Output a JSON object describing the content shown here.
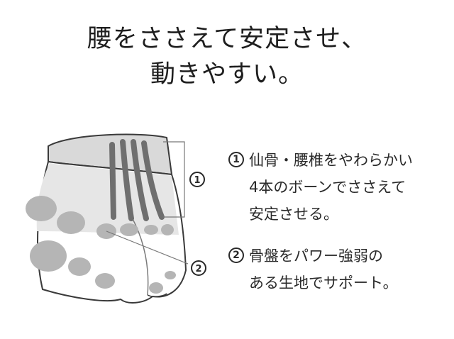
{
  "headline": {
    "line1": "腰をささえて安定させ、",
    "line2": "動きやすい。"
  },
  "illustration": {
    "callout_1": "1",
    "callout_2": "2"
  },
  "features": [
    {
      "number": "1",
      "lines": [
        "仙骨・腰椎をやわらかい",
        "4本のボーンでささえて",
        "安定させる。"
      ]
    },
    {
      "number": "2",
      "lines": [
        "骨盤をパワー強弱の",
        "ある生地でサポート。"
      ]
    }
  ]
}
